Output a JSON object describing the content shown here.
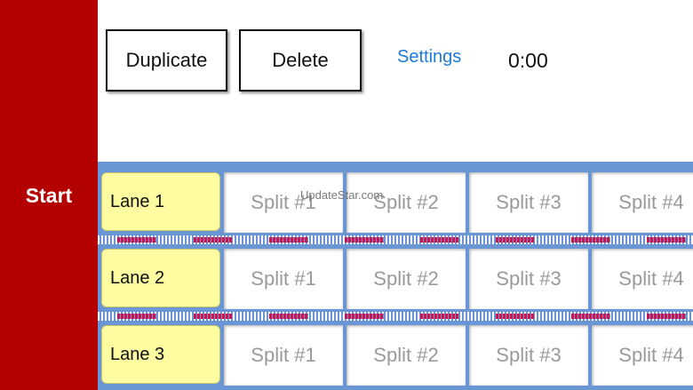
{
  "sidebar": {
    "start_label": "Start"
  },
  "toolbar": {
    "duplicate_label": "Duplicate",
    "delete_label": "Delete",
    "settings_label": "Settings",
    "timer": "0:00"
  },
  "lanes": [
    {
      "label": "Lane 1",
      "splits": [
        "Split #1",
        "Split #2",
        "Split #3",
        "Split #4"
      ]
    },
    {
      "label": "Lane 2",
      "splits": [
        "Split #1",
        "Split #2",
        "Split #3",
        "Split #4"
      ]
    },
    {
      "label": "Lane 3",
      "splits": [
        "Split #1",
        "Split #2",
        "Split #3",
        "Split #4"
      ]
    }
  ],
  "watermark": "UpdateStar.com",
  "colors": {
    "sidebar": "#b30000",
    "grid_background": "#6b96d6",
    "lane_cell": "#fdfca0",
    "settings_link": "#1a7ad9",
    "divider_accent": "#d0134e"
  }
}
